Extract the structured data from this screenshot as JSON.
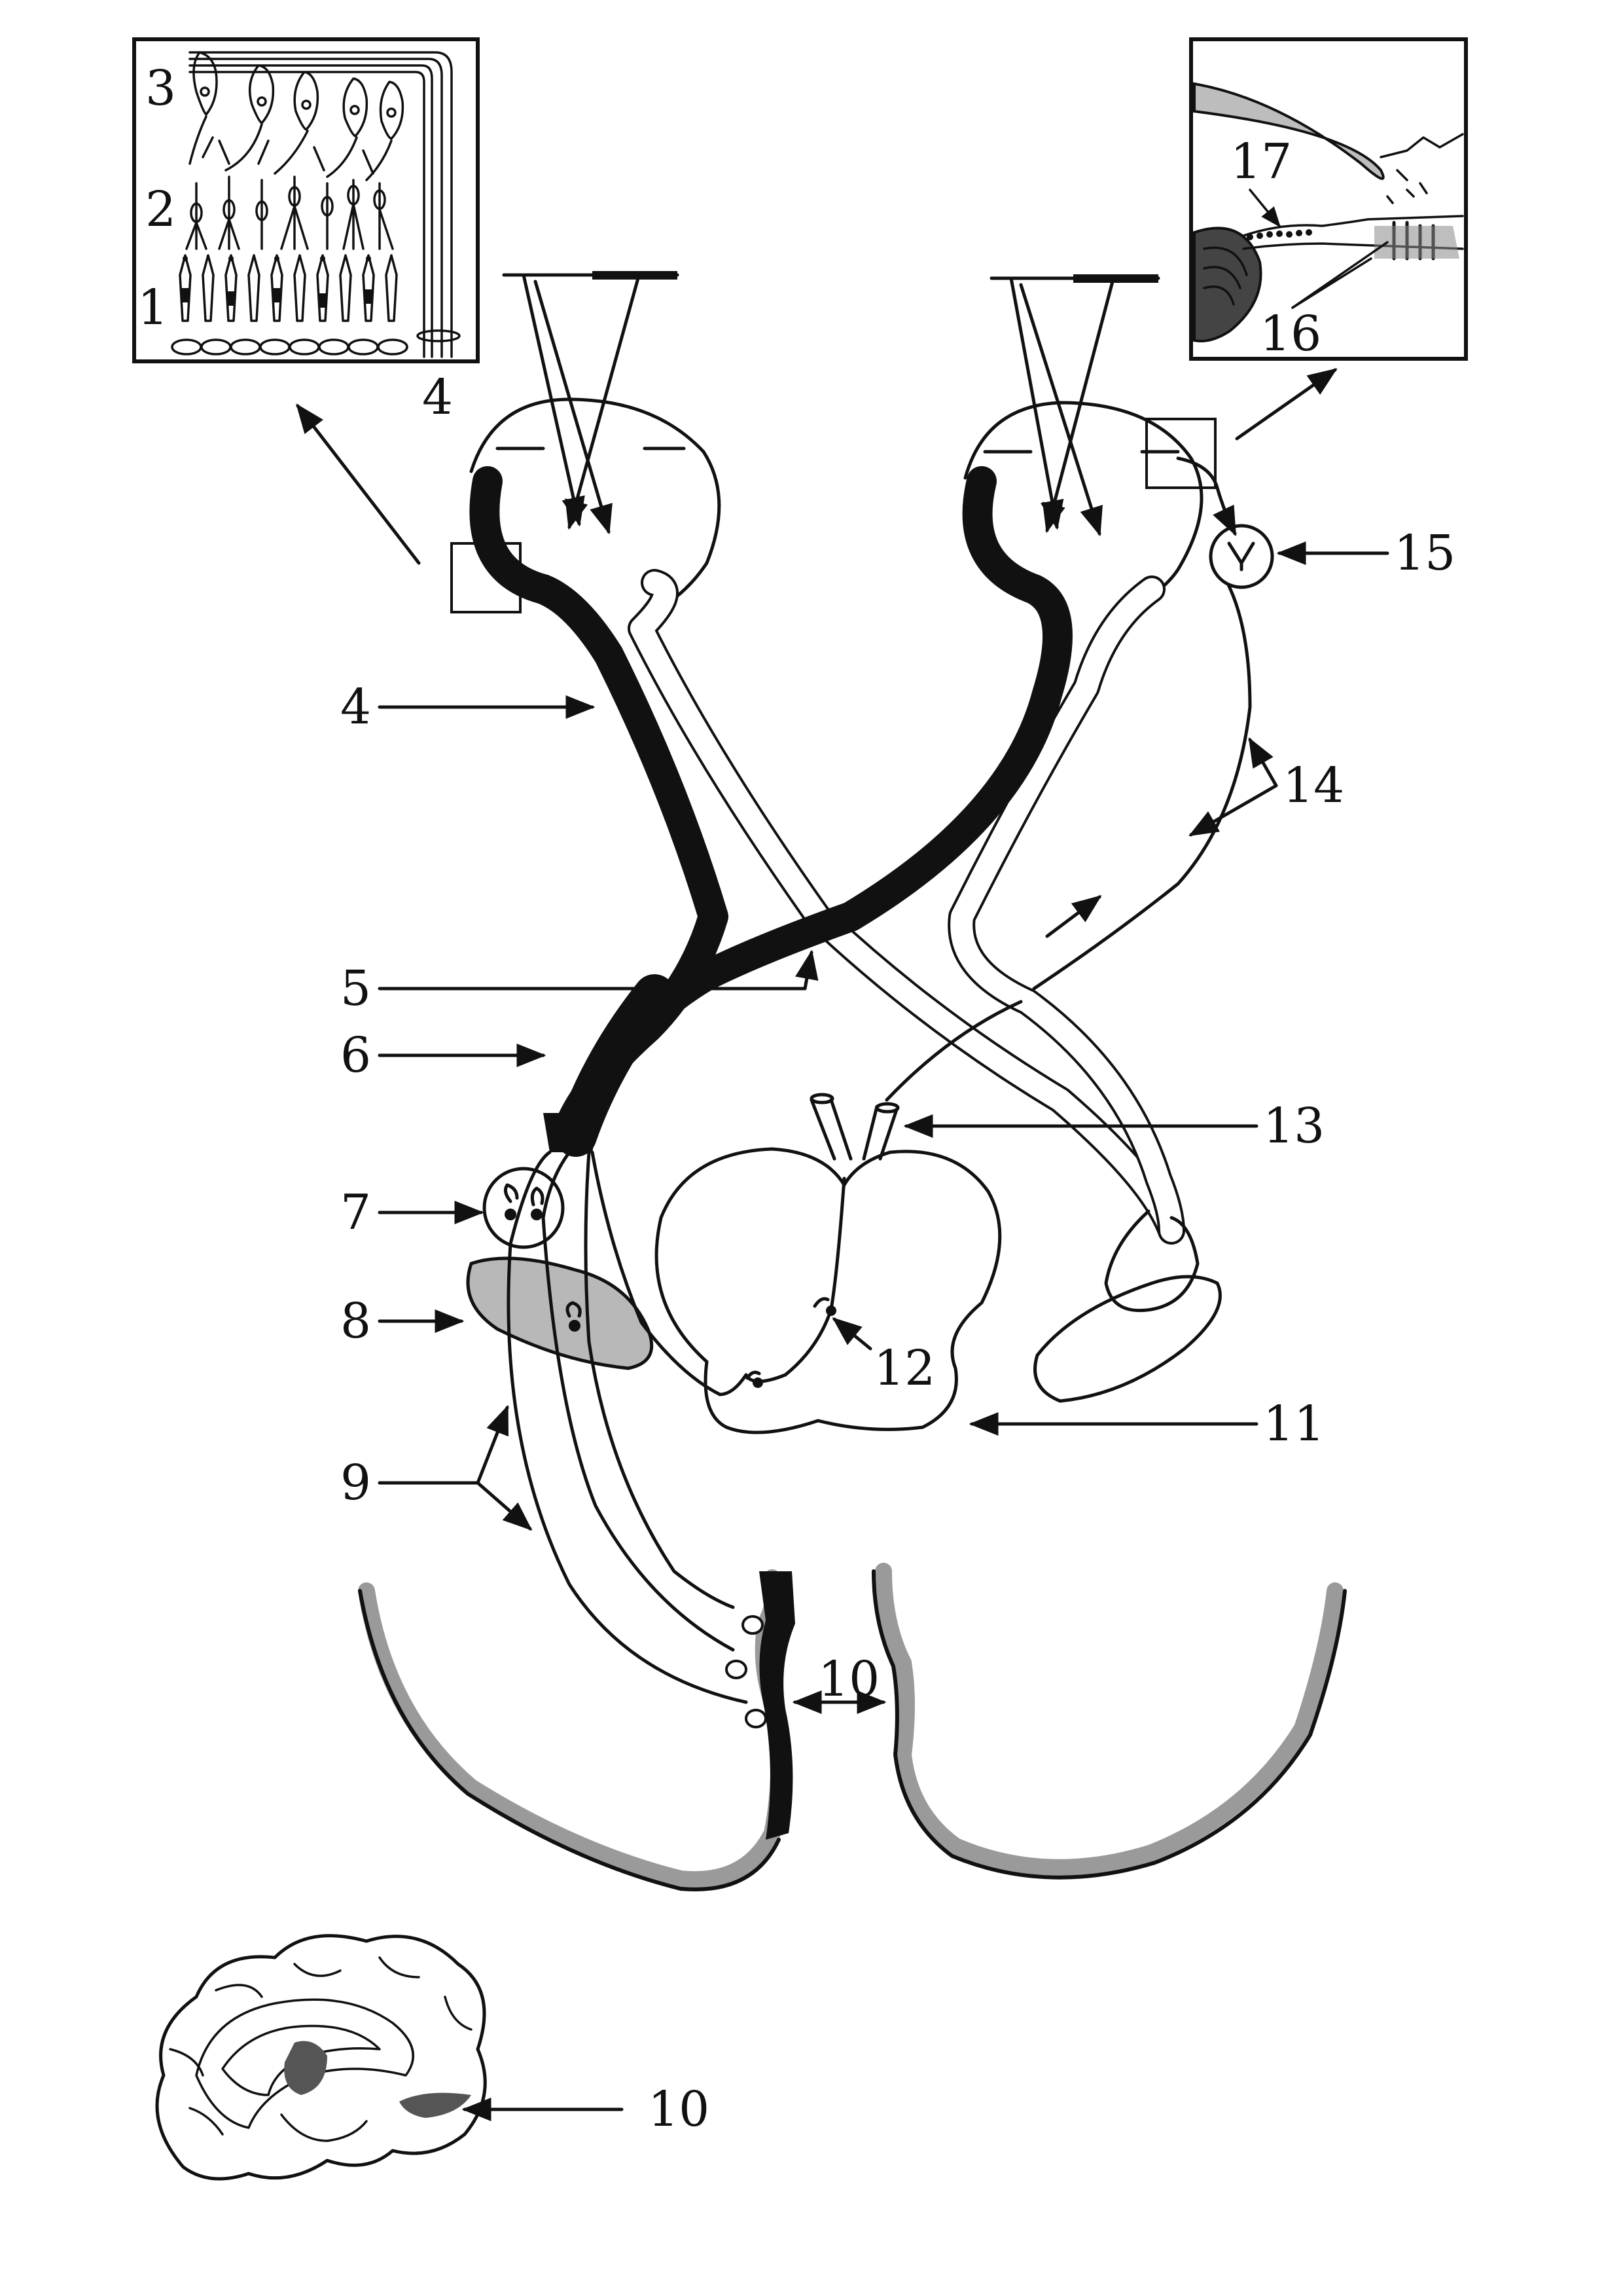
{
  "labels": {
    "retina_layer_1": "1",
    "retina_layer_2": "2",
    "retina_layer_3": "3",
    "retina_inset_4": "4",
    "optic_nerve_4": "4",
    "chiasm_5": "5",
    "optic_tract_6": "6",
    "lateral_geniculate_7": "7",
    "pulvinar_8": "8",
    "optic_radiation_9": "9",
    "visual_cortex_10": "10",
    "brain_medial_10": "10",
    "midbrain_11": "11",
    "oculomotor_nuclei_12": "12",
    "fibers_13": "13",
    "pupillary_pathway_14": "14",
    "ciliary_ganglion_15": "15",
    "ciliary_muscle_16": "16",
    "iris_17": "17"
  },
  "colors": {
    "ink": "#111111",
    "cortex_gray": "#9a9a9a",
    "pulvinar_fill": "#b8b8b8",
    "background": "#ffffff"
  }
}
